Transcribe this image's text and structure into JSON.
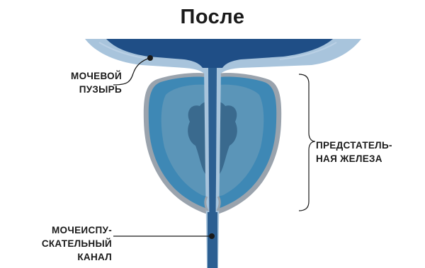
{
  "title": "После",
  "labels": {
    "bladder": "МОЧЕВОЙ\nПУЗЫРЬ",
    "prostate": "ПРЕДСТАТЕЛЬ-\nНАЯ ЖЕЛЕЗА",
    "urethra": "МОЧЕИСПУ-\nСКАТЕЛЬНЫЙ\nКАНАЛ"
  },
  "colors": {
    "bladder_outer": "#a8c4dc",
    "bladder_inner": "#1f4e86",
    "prostate_outline": "#9aa3ad",
    "prostate_outer": "#3e88b5",
    "prostate_inner": "#5b95b8",
    "prostate_core": "#3a6a8e",
    "urethra": "#2c5f92",
    "urethra_light": "#a8c4dc",
    "text": "#1a1a1a"
  }
}
